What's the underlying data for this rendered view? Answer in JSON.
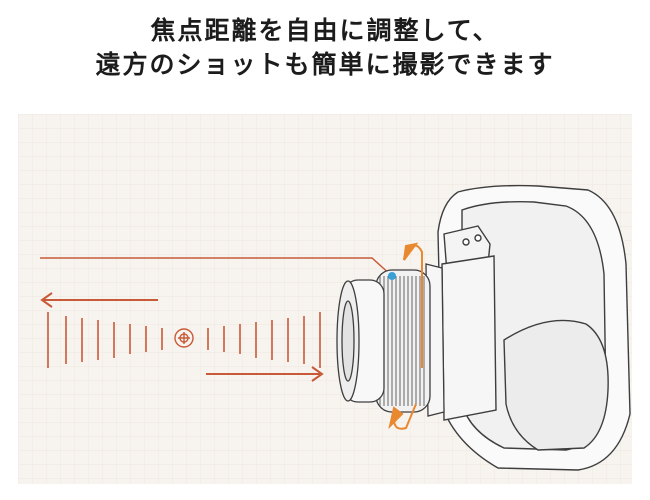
{
  "headline": {
    "line1": "焦点距離を自由に調整して、",
    "line2": "遠方のショットも簡単に撮影できます"
  },
  "colors": {
    "background": "#ffffff",
    "grid_paper": "#f7f3ef",
    "grid_line": "#ede4dd",
    "accent": "#c85a38",
    "rotation_arrow": "#e8892f",
    "focus_dot": "#3aa0d8",
    "sketch_line": "#3e3e3e"
  },
  "illustration": {
    "icons": [
      "camera-body",
      "zoom-lens",
      "focus-ring",
      "target-icon",
      "left-arrow",
      "right-arrow",
      "rotation-arrow",
      "focus-point-dot"
    ]
  }
}
